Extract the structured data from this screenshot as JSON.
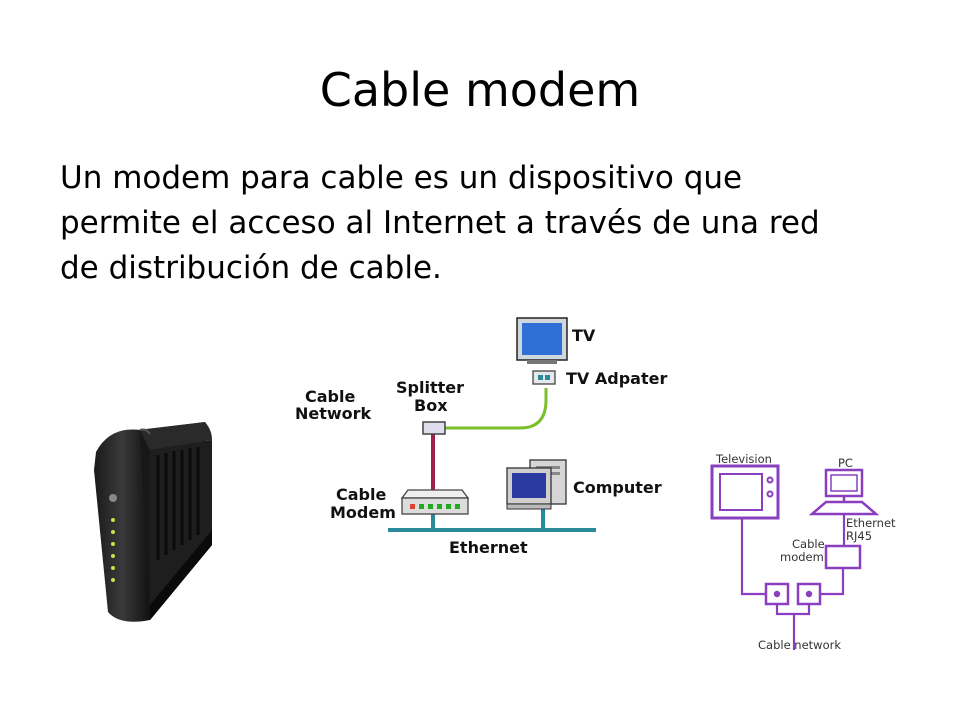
{
  "slide": {
    "title": "Cable modem",
    "body_lines": [
      "Un modem para cable es un dispositivo que",
      "permite el acceso al Internet a través de una red",
      "de distribución de cable."
    ]
  },
  "diagram1": {
    "labels": {
      "tv": "TV",
      "tv_adapter": "TV Adpater",
      "cable_network_1": "Cable",
      "cable_network_2": "Network",
      "splitter_1": "Splitter",
      "splitter_2": "Box",
      "cable_modem_1": "Cable",
      "cable_modem_2": "Modem",
      "computer": "Computer",
      "ethernet": "Ethernet"
    },
    "colors": {
      "cable_network": "#b5651d",
      "tv_link": "#7bbf2a",
      "modem_link": "#a0204a",
      "ethernet": "#2a8a9a"
    }
  },
  "diagram2": {
    "labels": {
      "television": "Television",
      "pc": "PC",
      "ethernet_1": "Ethernet",
      "ethernet_2": "RJ45",
      "cable_modem_1": "Cable",
      "cable_modem_2": "modem",
      "cable_network": "Cable network"
    },
    "colors": {
      "accent": "#8a3fc0"
    }
  }
}
